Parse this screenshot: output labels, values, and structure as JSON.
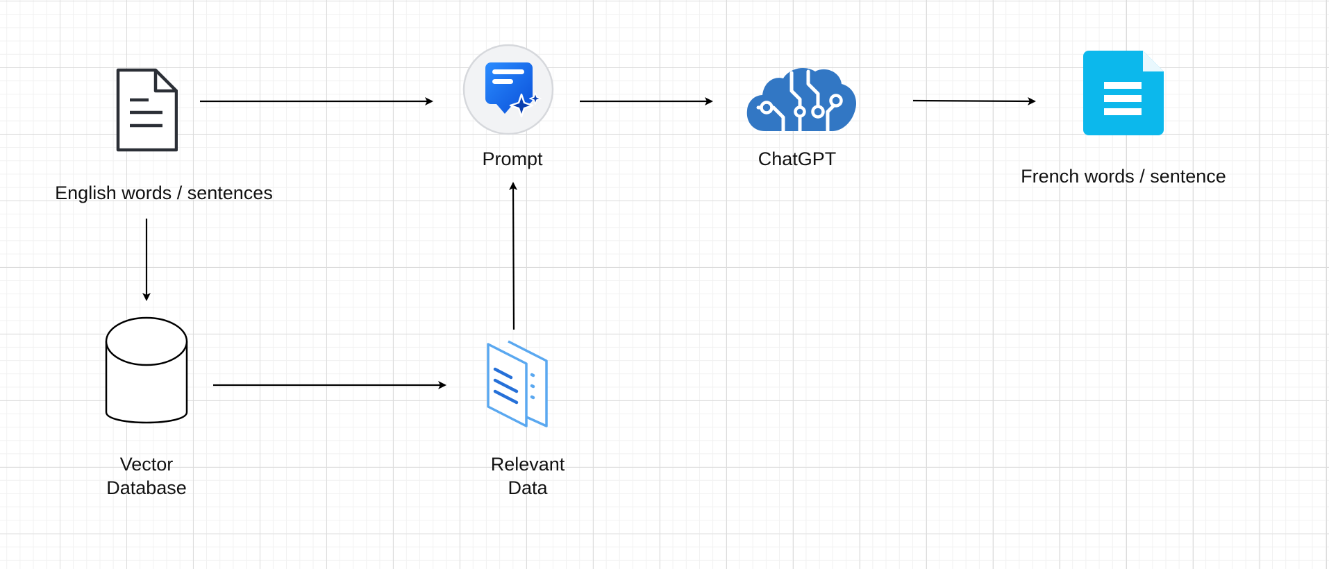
{
  "diagram": {
    "nodes": {
      "english": {
        "label": "English words / sentences",
        "icon": "document-outline-icon"
      },
      "prompt": {
        "label": "Prompt",
        "icon": "prompt-chat-sparkle-icon"
      },
      "chatgpt": {
        "label": "ChatGPT",
        "icon": "cloud-circuit-brain-icon"
      },
      "french": {
        "label": "French words / sentence",
        "icon": "document-blue-icon"
      },
      "vectordb": {
        "label": "Vector\nDatabase",
        "icon": "database-cylinder-icon"
      },
      "relevant": {
        "label": "Relevant\nData",
        "icon": "documents-stack-icon"
      }
    },
    "edges": [
      {
        "from": "english",
        "to": "prompt"
      },
      {
        "from": "prompt",
        "to": "chatgpt"
      },
      {
        "from": "chatgpt",
        "to": "french"
      },
      {
        "from": "english",
        "to": "vectordb"
      },
      {
        "from": "vectordb",
        "to": "relevant"
      },
      {
        "from": "relevant",
        "to": "prompt"
      }
    ]
  },
  "colors": {
    "grid": "#dcdcdc",
    "edge": "#000000",
    "chatgpt_cloud": "#3277c4",
    "french_doc": "#0cb8ec",
    "prompt_icon": "#1a6ef0",
    "relevant_docs": "#5aa8f0"
  }
}
